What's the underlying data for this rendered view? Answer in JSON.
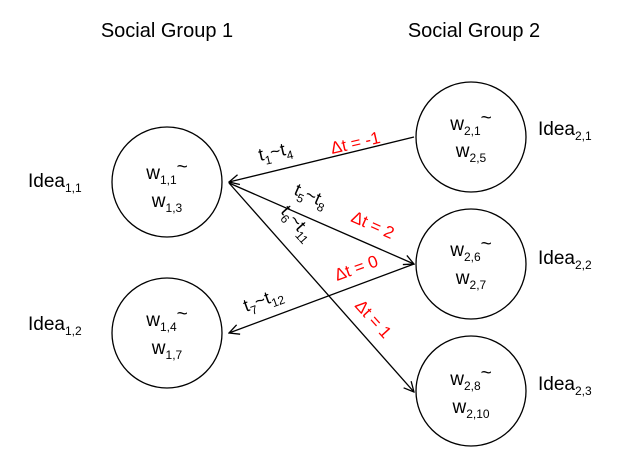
{
  "groups": [
    {
      "title": "Social Group 1"
    },
    {
      "title": "Social Group 2"
    }
  ],
  "nodes": [
    {
      "id": "g1n1",
      "line1": {
        "base": "w",
        "sub": "1,1",
        "tail": "~"
      },
      "line2": {
        "base": "w",
        "sub": "1,3",
        "tail": ""
      },
      "idea": {
        "base": "Idea",
        "sub": "1,1"
      }
    },
    {
      "id": "g1n2",
      "line1": {
        "base": "w",
        "sub": "1,4",
        "tail": "~"
      },
      "line2": {
        "base": "w",
        "sub": "1,7",
        "tail": ""
      },
      "idea": {
        "base": "Idea",
        "sub": "1,2"
      }
    },
    {
      "id": "g2n1",
      "line1": {
        "base": "w",
        "sub": "2,1",
        "tail": "~"
      },
      "line2": {
        "base": "w",
        "sub": "2,5",
        "tail": ""
      },
      "idea": {
        "base": "Idea",
        "sub": "2,1"
      }
    },
    {
      "id": "g2n2",
      "line1": {
        "base": "w",
        "sub": "2,6",
        "tail": "~"
      },
      "line2": {
        "base": "w",
        "sub": "2,7",
        "tail": ""
      },
      "idea": {
        "base": "Idea",
        "sub": "2,2"
      }
    },
    {
      "id": "g2n3",
      "line1": {
        "base": "w",
        "sub": "2,8",
        "tail": "~"
      },
      "line2": {
        "base": "w",
        "sub": "2,10",
        "tail": ""
      },
      "idea": {
        "base": "Idea",
        "sub": "2,3"
      }
    }
  ],
  "edges": [
    {
      "from": "g2n1",
      "to": "g1n1",
      "time": {
        "a": "1",
        "b": "4"
      },
      "delta": "Δt = -1",
      "delta_color": "#ff0000"
    },
    {
      "from": "g1n1",
      "to": "g2n2",
      "time": {
        "a": "5",
        "b": "8"
      },
      "delta": "Δt = 2",
      "delta_color": "#ff0000"
    },
    {
      "from": "g2n2",
      "to": "g1n2",
      "time": {
        "a": "7",
        "b": "12"
      },
      "delta": "Δt = 0",
      "delta_color": "#ff0000"
    },
    {
      "from": "g1n1",
      "to": "g2n3",
      "time": {
        "a": "6",
        "b": "11"
      },
      "delta": "Δt = 1",
      "delta_color": "#ff0000"
    }
  ],
  "colors": {
    "stroke": "#000000",
    "delta": "#ff0000",
    "background": "#ffffff"
  }
}
